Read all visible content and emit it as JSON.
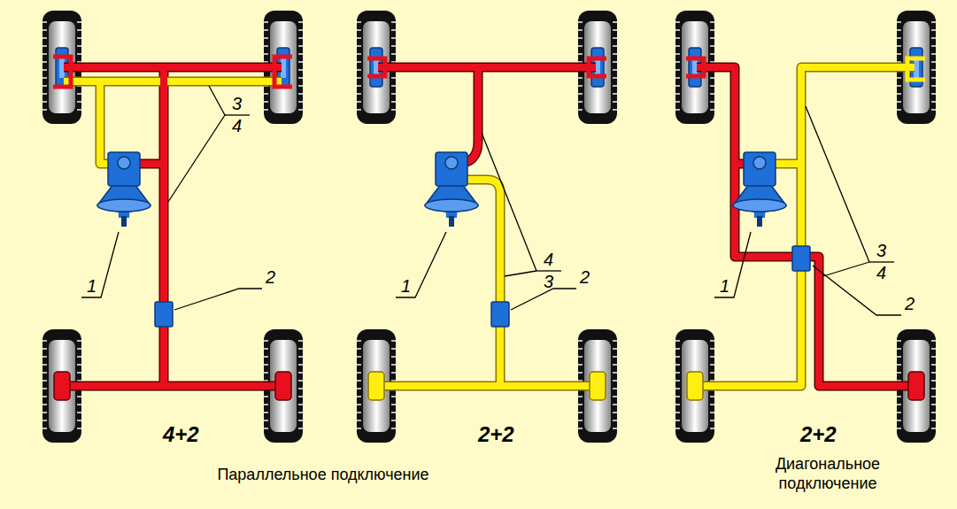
{
  "diagram": {
    "labels": [
      "1",
      "2",
      "3",
      "4",
      "4+2",
      "1",
      "2",
      "4",
      "3",
      "2+2",
      "1",
      "2",
      "3",
      "4",
      "2+2",
      "Параллельное подключение",
      "Диагональное подключение"
    ]
  }
}
